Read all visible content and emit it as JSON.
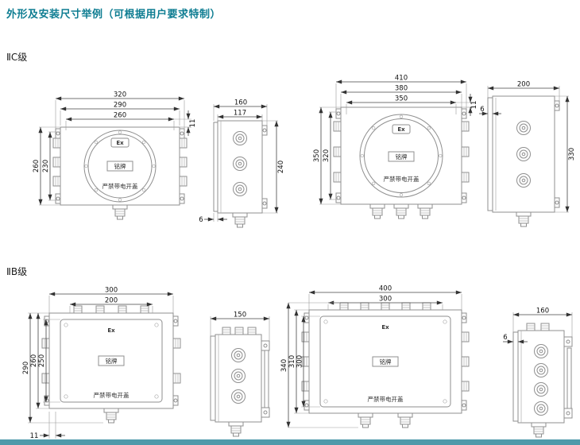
{
  "page": {
    "title": "外形及安装尺寸举例（可根据用户要求特制）",
    "accent_color": "#0e7d92",
    "footer_bar_color": "#4e9aaa"
  },
  "sections": {
    "iic": "ⅡC级",
    "iib": "ⅡB级"
  },
  "labels": {
    "ex": "Ex",
    "nameplate": "铭牌",
    "warning": "严禁带电开盖"
  },
  "dims": {
    "iic_small_front": {
      "w1": "320",
      "w2": "290",
      "w3": "260",
      "off": "11",
      "h1": "260",
      "h2": "230"
    },
    "iic_small_side": {
      "w1": "160",
      "w2": "117",
      "h1": "240",
      "t": "6"
    },
    "iic_large_front": {
      "w1": "410",
      "w2": "380",
      "w3": "350",
      "off": "11",
      "h1": "350",
      "h2": "320"
    },
    "iic_large_side": {
      "w1": "200",
      "h1": "330",
      "t": "6"
    },
    "iib_small_front": {
      "w1": "300",
      "w2": "200",
      "h1": "290",
      "h2": "260",
      "h3": "250",
      "off": "11"
    },
    "iib_small_side": {
      "w1": "150"
    },
    "iib_large_front": {
      "w1": "400",
      "w2": "300",
      "h1": "340",
      "h2": "310",
      "h3": "300"
    },
    "iib_large_side": {
      "w1": "160",
      "t": "6"
    }
  }
}
